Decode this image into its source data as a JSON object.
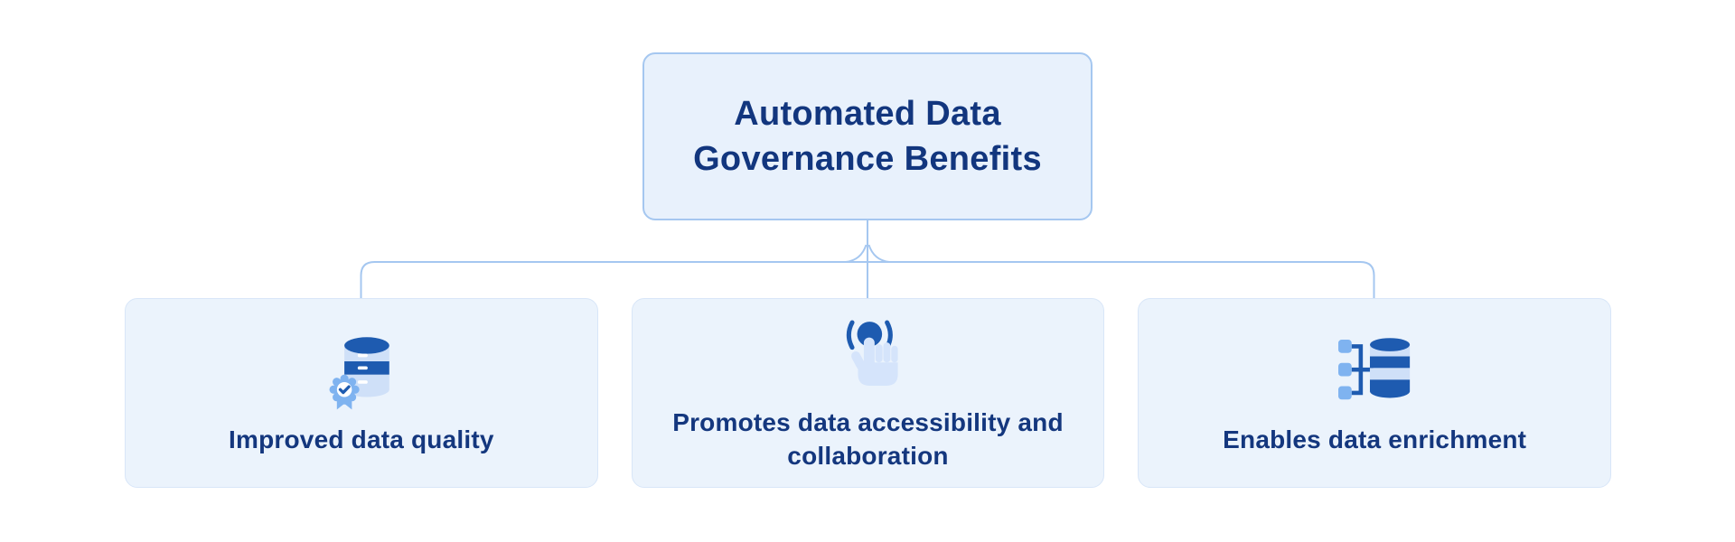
{
  "root_node": {
    "title": "Automated Data Governance Benefits"
  },
  "cards": [
    {
      "label": "Improved data quality",
      "icon": "certified-database-icon"
    },
    {
      "label": "Promotes data accessibility and collaboration",
      "icon": "tap-gesture-icon"
    },
    {
      "label": "Enables data enrichment",
      "icon": "database-enrichment-icon"
    }
  ],
  "colors": {
    "page_background": "#FFFFFF",
    "root_node_fill": "#E8F1FC",
    "root_node_border": "#A5C7F0",
    "card_fill": "#EBF3FC",
    "card_border": "#D8E6F8",
    "connector_line": "#A5C7F0",
    "text_navy": "#12367E",
    "card_text_navy": "#14377E",
    "icon_dark_blue": "#1E5BB0",
    "icon_light_blue": "#CFE0F8",
    "icon_hand_blue": "#D5E4FB",
    "icon_accent_blue": "#7FB3F0"
  }
}
